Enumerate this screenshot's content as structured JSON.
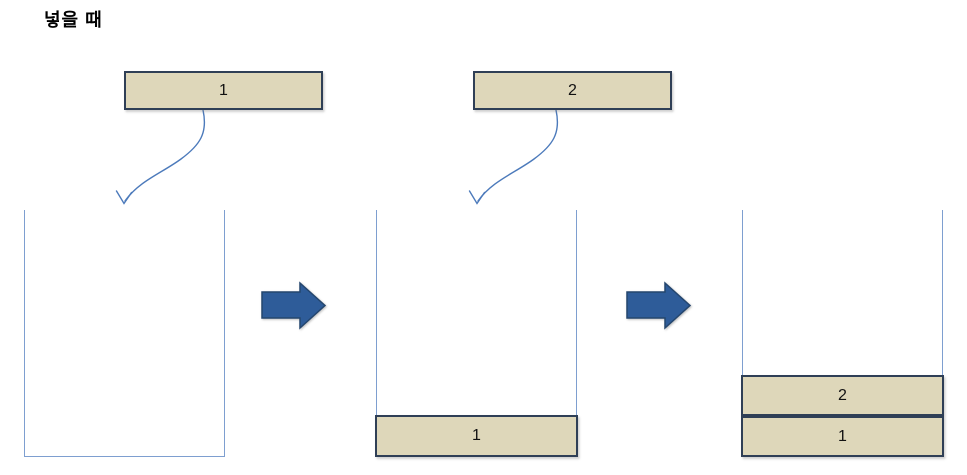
{
  "title": "넣을 때",
  "colors": {
    "block_fill": "#ded7ba",
    "block_border": "#2f3f56",
    "container_stroke": "#7e9fd0",
    "big_arrow_fill": "#2e5c99",
    "big_arrow_border": "#24466e",
    "connector_stroke": "#4c7abb",
    "text": "#000000"
  },
  "stages": [
    {
      "incoming_block": "1",
      "stack": []
    },
    {
      "incoming_block": "2",
      "stack": [
        "1"
      ]
    },
    {
      "stack": [
        "1",
        "2"
      ]
    }
  ]
}
